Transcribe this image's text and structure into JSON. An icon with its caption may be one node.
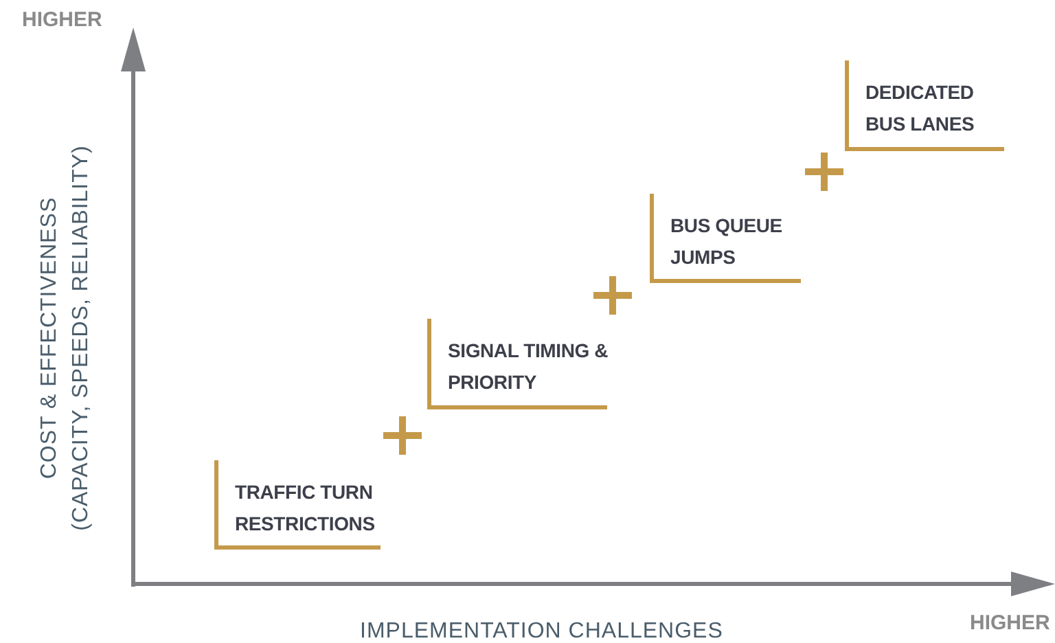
{
  "diagram": {
    "nodes": [
      {
        "text": [
          "TRAFFIC TURN RESTRICTIONS"
        ]
      },
      {
        "text": [
          "SIGNAL TIMING & PRIORITY"
        ]
      },
      {
        "text": [
          "BUS QUEUE JUMPS"
        ]
      },
      {
        "text": [
          "DEDICATED BUS LANES"
        ]
      }
    ],
    "labels": [
      "HIGHER",
      "COST & EFFECTIVENESS",
      "(CAPACITY, SPEEDS, RELIABILITY)",
      "IMPLEMENTATION CHALLENGES",
      "HIGHER"
    ]
  }
}
